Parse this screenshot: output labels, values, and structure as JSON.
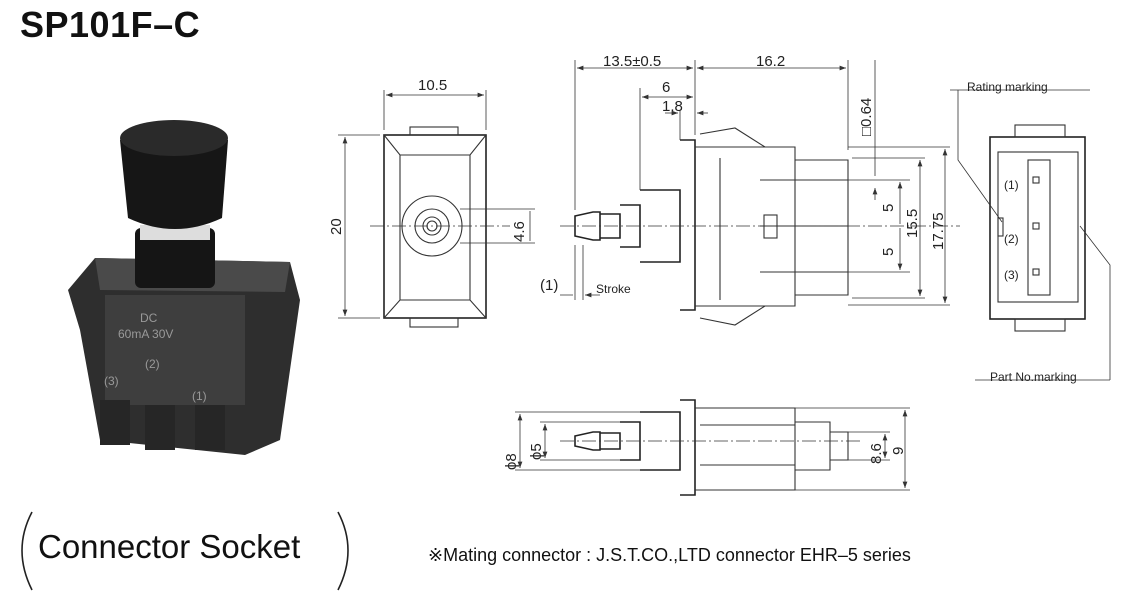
{
  "title": "SP101F–C",
  "photo": {
    "markings": [
      "DC",
      "60mA 30V",
      "(1)",
      "(2)",
      "(3)"
    ]
  },
  "front_view": {
    "width": "10.5",
    "height": "20",
    "center": "4.6"
  },
  "side_view": {
    "dims": [
      "13.5±0.5",
      "16.2",
      "6",
      "1.8",
      "□0.64",
      "5",
      "5",
      "15.5",
      "17.75",
      "(1)"
    ],
    "stroke_label": "Stroke"
  },
  "terminal_view": {
    "rating_label": "Rating marking",
    "part_label": "Part No.marking",
    "pins": [
      "(1)",
      "(2)",
      "(3)"
    ]
  },
  "top_view": {
    "dims": [
      "ϕ8",
      "ϕ5",
      "8.6",
      "9"
    ]
  },
  "footer": {
    "section_label": "Connector Socket",
    "note": "※Mating connector : J.S.T.CO.,LTD connector EHR–5 series"
  },
  "colors": {
    "photo_body": "#3a3a3a",
    "cap": "#1c1c1c"
  }
}
